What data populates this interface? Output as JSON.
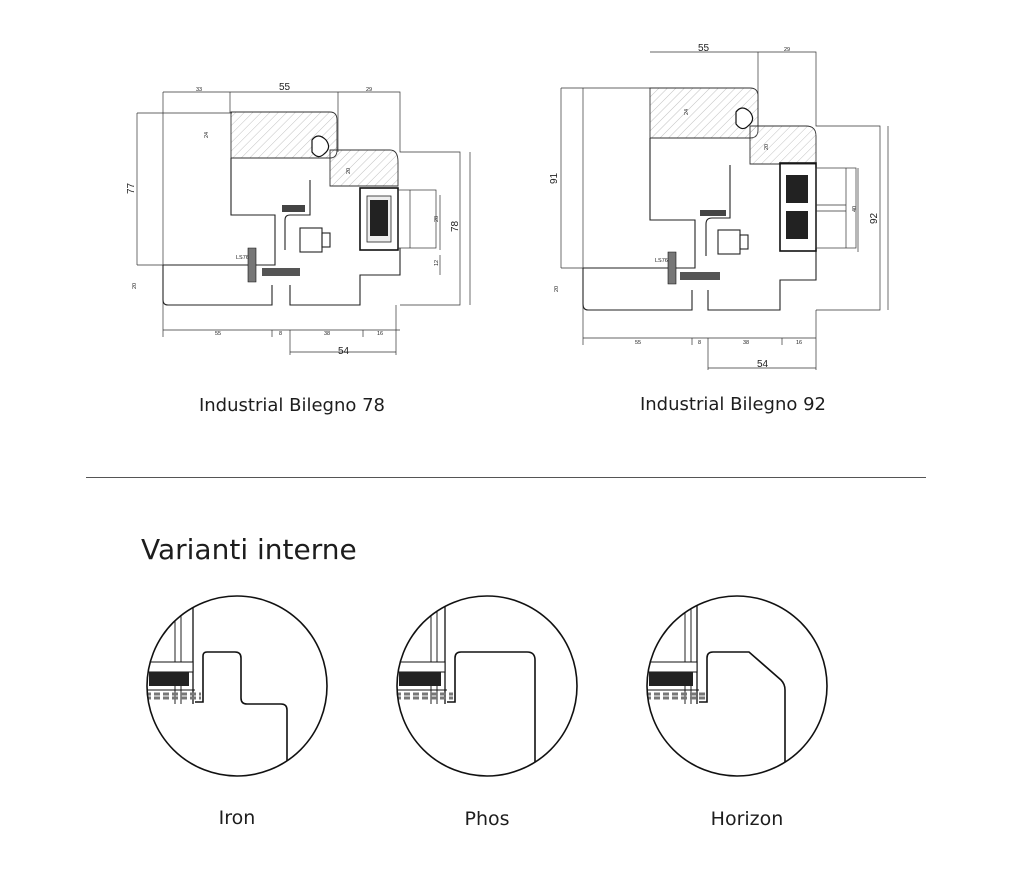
{
  "drawings": [
    {
      "caption": "Industrial Bilegno 78",
      "dims": {
        "top_33": "33",
        "top_55": "55",
        "top_29": "29",
        "left_77": "77",
        "left_24": "24",
        "left_20": "20",
        "right_78": "78",
        "right_28": "28",
        "right_12": "12",
        "inner_20": "20",
        "bot_55": "55",
        "bot_8": "8",
        "bot_38": "38",
        "bot_16": "16",
        "bot_54": "54",
        "seal": "LS76"
      }
    },
    {
      "caption": "Industrial Bilegno 92",
      "dims": {
        "top_55": "55",
        "top_29": "29",
        "left_91": "91",
        "left_24": "24",
        "left_20": "20",
        "right_92": "92",
        "right_40": "40",
        "inner_20": "20",
        "bot_55": "55",
        "bot_8": "8",
        "bot_38": "38",
        "bot_16": "16",
        "bot_54": "54",
        "seal": "LS76"
      }
    }
  ],
  "variants_title": "Varianti interne",
  "variants": [
    {
      "label": "Iron"
    },
    {
      "label": "Phos"
    },
    {
      "label": "Horizon"
    }
  ]
}
